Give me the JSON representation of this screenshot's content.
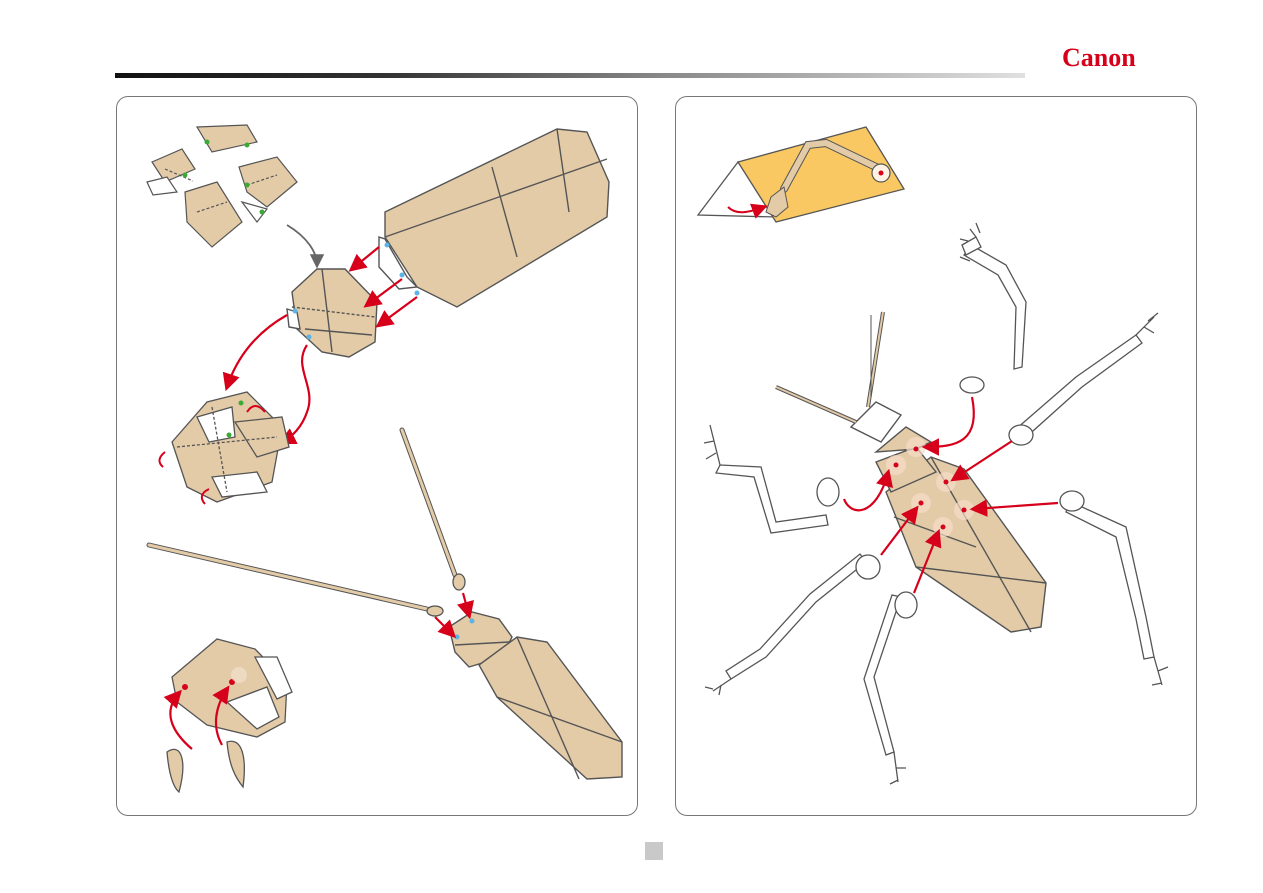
{
  "brand": {
    "logo_text": "Canon"
  },
  "colors": {
    "paper_tan": "#e3cba8",
    "paper_orange": "#f9c863",
    "arrow_red": "#d7001b",
    "arrow_gray": "#666666",
    "line_dark": "#555555",
    "dot_green": "#3aaa35",
    "dot_blue": "#5bb4e5",
    "dot_red": "#d7001b",
    "watermark_blue": "#4d4dff"
  },
  "panels": [
    {
      "id": "left",
      "steps": [
        "fold-head-pieces",
        "attach-head-to-body",
        "fold-mandible-head",
        "attach-mandibles",
        "attach-antennae"
      ]
    },
    {
      "id": "right",
      "steps": [
        "fold-leg-sheet",
        "attach-six-legs"
      ]
    }
  ]
}
